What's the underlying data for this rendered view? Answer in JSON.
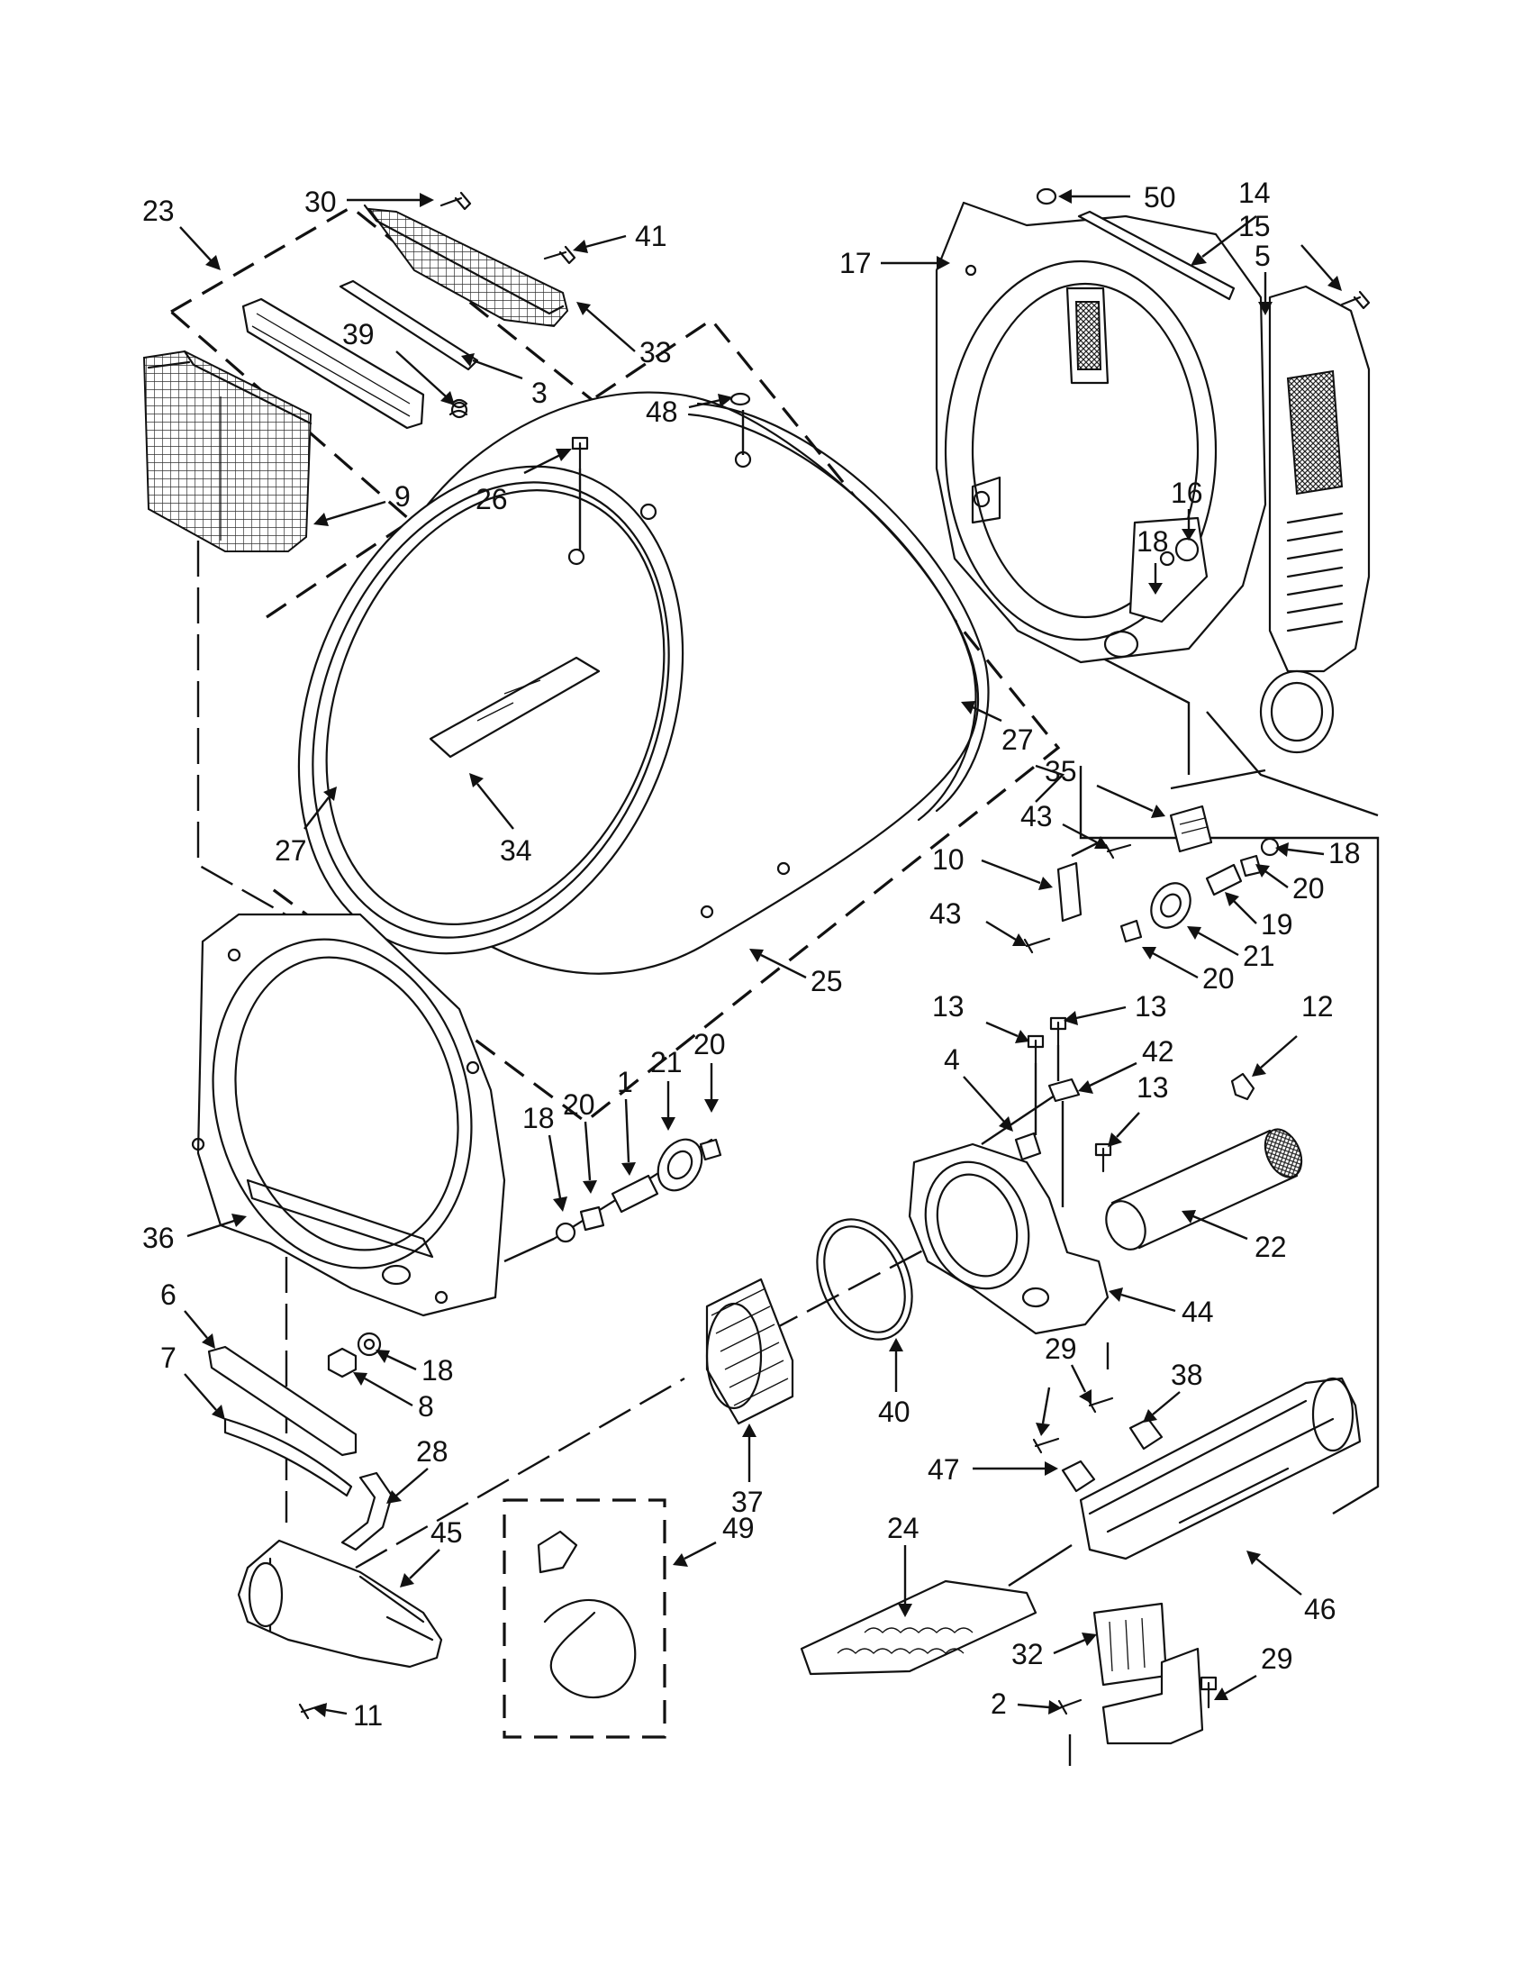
{
  "callouts": [
    {
      "label": "30"
    },
    {
      "label": "23"
    },
    {
      "label": "41"
    },
    {
      "label": "33"
    },
    {
      "label": "39"
    },
    {
      "label": "3"
    },
    {
      "label": "48"
    },
    {
      "label": "26"
    },
    {
      "label": "9"
    },
    {
      "label": "17"
    },
    {
      "label": "50"
    },
    {
      "label": "14"
    },
    {
      "label": "15"
    },
    {
      "label": "5"
    },
    {
      "label": "16"
    },
    {
      "label": "18"
    },
    {
      "label": "27"
    },
    {
      "label": "27"
    },
    {
      "label": "34"
    },
    {
      "label": "35"
    },
    {
      "label": "43"
    },
    {
      "label": "10"
    },
    {
      "label": "43"
    },
    {
      "label": "18"
    },
    {
      "label": "20"
    },
    {
      "label": "19"
    },
    {
      "label": "21"
    },
    {
      "label": "20"
    },
    {
      "label": "25"
    },
    {
      "label": "13"
    },
    {
      "label": "13"
    },
    {
      "label": "12"
    },
    {
      "label": "42"
    },
    {
      "label": "4"
    },
    {
      "label": "13"
    },
    {
      "label": "20"
    },
    {
      "label": "21"
    },
    {
      "label": "18"
    },
    {
      "label": "20"
    },
    {
      "label": "1"
    },
    {
      "label": "22"
    },
    {
      "label": "36"
    },
    {
      "label": "44"
    },
    {
      "label": "6"
    },
    {
      "label": "18"
    },
    {
      "label": "7"
    },
    {
      "label": "8"
    },
    {
      "label": "29"
    },
    {
      "label": "38"
    },
    {
      "label": "28"
    },
    {
      "label": "40"
    },
    {
      "label": "37"
    },
    {
      "label": "47"
    },
    {
      "label": "45"
    },
    {
      "label": "49"
    },
    {
      "label": "24"
    },
    {
      "label": "46"
    },
    {
      "label": "32"
    },
    {
      "label": "29"
    },
    {
      "label": "2"
    },
    {
      "label": "11"
    }
  ]
}
